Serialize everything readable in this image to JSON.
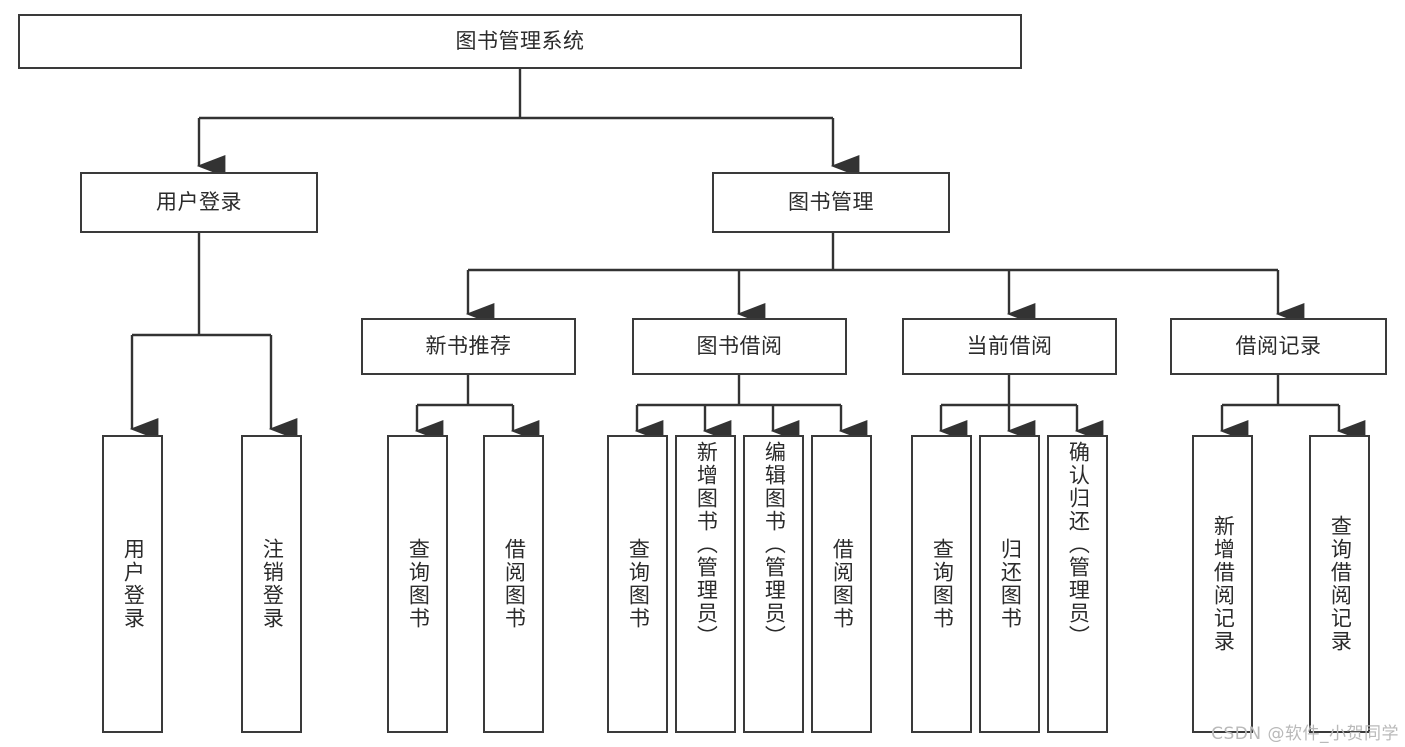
{
  "diagram": {
    "title": "图书管理系统",
    "type": "hierarchy-tree",
    "watermark": "CSDN @软件_小贺同学",
    "colors": {
      "box_border": "#3a3a3a",
      "box_fill": "#ffffff",
      "text": "#2b2b2b",
      "edge": "#333333",
      "watermark": "#b9b9b9",
      "background": "#ffffff"
    },
    "nodes": {
      "root": {
        "label": "图书管理系统"
      },
      "level2": [
        {
          "id": "user-login",
          "label": "用户登录"
        },
        {
          "id": "book-manage",
          "label": "图书管理"
        }
      ],
      "level3": [
        {
          "id": "new-book-recommend",
          "label": "新书推荐"
        },
        {
          "id": "book-borrow",
          "label": "图书借阅"
        },
        {
          "id": "current-borrow",
          "label": "当前借阅"
        },
        {
          "id": "borrow-record",
          "label": "借阅记录"
        }
      ],
      "leaves": {
        "user-login": [
          {
            "id": "leaf-user-login",
            "label": "用户登录"
          },
          {
            "id": "leaf-logout-login",
            "label": "注销登录"
          }
        ],
        "new-book-recommend": [
          {
            "id": "leaf-query-book-1",
            "label": "查询图书"
          },
          {
            "id": "leaf-borrow-book-1",
            "label": "借阅图书"
          }
        ],
        "book-borrow": [
          {
            "id": "leaf-query-book-2",
            "label": "查询图书"
          },
          {
            "id": "leaf-add-book",
            "label": "新增图书（管理员）"
          },
          {
            "id": "leaf-edit-book",
            "label": "编辑图书（管理员）"
          },
          {
            "id": "leaf-borrow-book-2",
            "label": "借阅图书"
          }
        ],
        "current-borrow": [
          {
            "id": "leaf-query-book-3",
            "label": "查询图书"
          },
          {
            "id": "leaf-return-book",
            "label": "归还图书"
          },
          {
            "id": "leaf-confirm-return",
            "label": "确认归还（管理员）"
          }
        ],
        "borrow-record": [
          {
            "id": "leaf-add-record",
            "label": "新增借阅记录"
          },
          {
            "id": "leaf-query-record",
            "label": "查询借阅记录"
          }
        ]
      }
    }
  }
}
